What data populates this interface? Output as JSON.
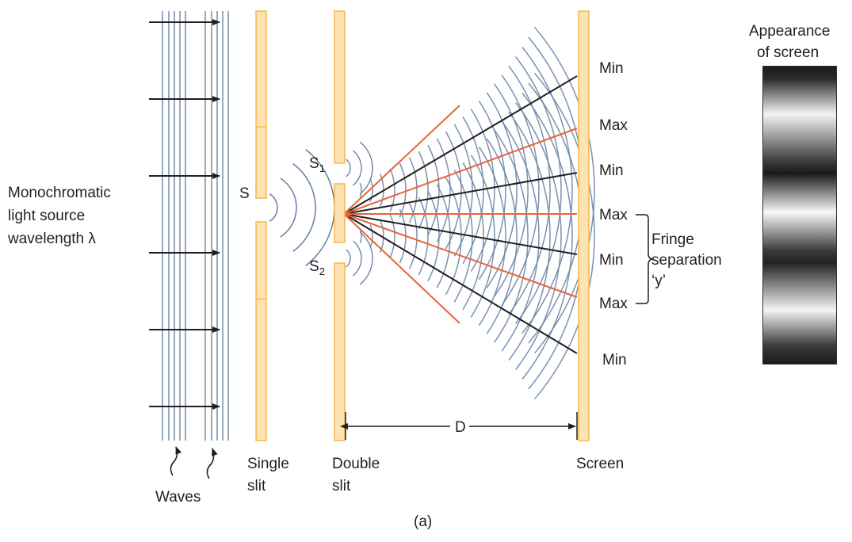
{
  "colors": {
    "slit_fill": "#fde3b4",
    "slit_stroke": "#f6b84a",
    "wave": "#6d85a6",
    "max_ray": "#e8633a",
    "min_ray": "#231f20"
  },
  "labels": {
    "source_line1": "Monochromatic",
    "source_line2": "light source",
    "source_line3": "wavelength λ",
    "waves": "Waves",
    "s": "S",
    "s1_letter": "S",
    "s1_sub": "1",
    "s2_letter": "S",
    "s2_sub": "2",
    "single_slit_line1": "Single",
    "single_slit_line2": "slit",
    "double_slit_line1": "Double",
    "double_slit_line2": "slit",
    "screen": "Screen",
    "distance": "D",
    "fringe_line1": "Fringe",
    "fringe_line2": "separation",
    "fringe_line3": "‘y’",
    "appearance_line1": "Appearance",
    "appearance_line2": "of screen",
    "caption": "(a)"
  },
  "screen_labels": [
    "Min",
    "Max",
    "Min",
    "Max",
    "Min",
    "Max",
    "Min"
  ]
}
